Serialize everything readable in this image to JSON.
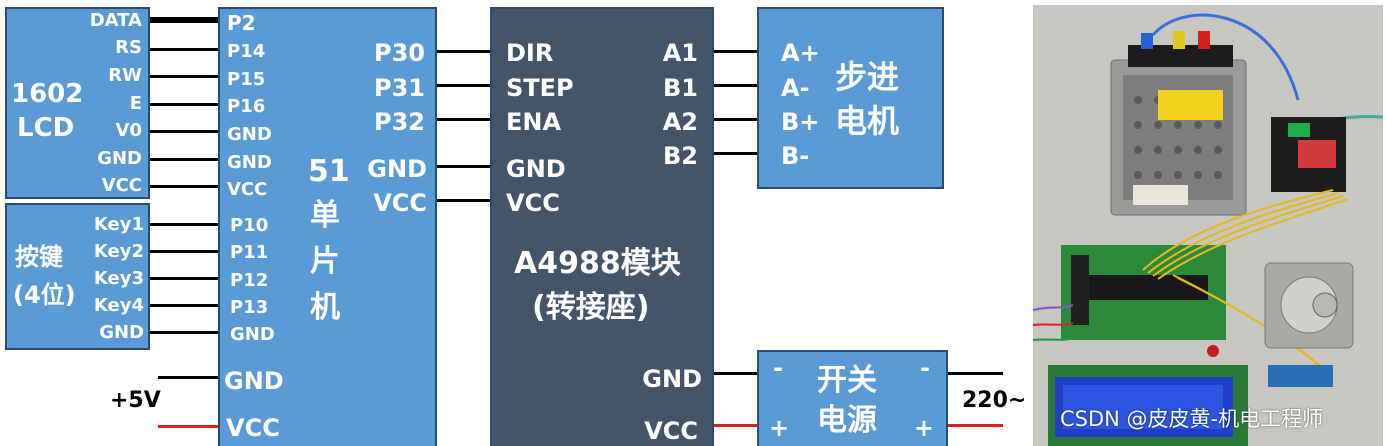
{
  "lcd": {
    "title": [
      "1602",
      "LCD"
    ],
    "pins": [
      "DATA",
      "RS",
      "RW",
      "E",
      "V0",
      "GND",
      "VCC"
    ]
  },
  "keys": {
    "title": [
      "按键",
      "(4位)"
    ],
    "pins": [
      "Key1",
      "Key2",
      "Key3",
      "Key4",
      "GND"
    ]
  },
  "mcu": {
    "title": [
      "51",
      "单",
      "片",
      "机"
    ],
    "left_pins": [
      "P2",
      "P14",
      "P15",
      "P16",
      "GND",
      "GND",
      "VCC",
      "P10",
      "P11",
      "P12",
      "P13",
      "GND"
    ],
    "right_pins": [
      "P30",
      "P31",
      "P32",
      "GND",
      "VCC"
    ],
    "power_pins": [
      "GND",
      "VCC"
    ]
  },
  "driver": {
    "title": [
      "A4988模块",
      "(转接座)"
    ],
    "left_pins": [
      "DIR",
      "STEP",
      "ENA",
      "GND",
      "VCC"
    ],
    "right_pins": [
      "A1",
      "B1",
      "A2",
      "B2"
    ],
    "power_pins": [
      "GND",
      "VCC"
    ]
  },
  "motor": {
    "title": [
      "步进",
      "电机"
    ],
    "pins": [
      "A+",
      "A-",
      "B+",
      "B-"
    ]
  },
  "psu": {
    "title": [
      "开关",
      "电源"
    ],
    "minus": "-",
    "plus": "+"
  },
  "labels": {
    "plus5v": "+5V",
    "ac": "220~"
  },
  "watermark": "CSDN @皮皮黄-机电工程师",
  "colors": {
    "block_blue": "#5b9bd5",
    "block_dark": "#445569",
    "border": "#2e4a73",
    "wire": "#000000",
    "wire_red": "#e02020"
  }
}
